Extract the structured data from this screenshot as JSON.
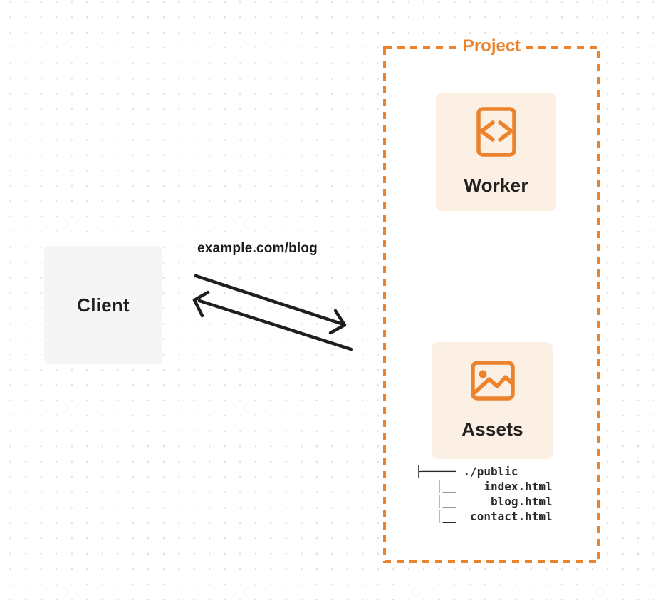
{
  "colors": {
    "accent_orange": "#ED822D",
    "card_background": "#FBF0E3",
    "client_background": "#F5F5F5",
    "ink": "#1F1E1C",
    "grid_dot": "#E1E1E1"
  },
  "diagram": {
    "client": {
      "label": "Client"
    },
    "request": {
      "url": "example.com/blog"
    },
    "project": {
      "title": "Project",
      "nodes": [
        {
          "id": "worker",
          "label": "Worker",
          "icon": "code-file-icon"
        },
        {
          "id": "assets",
          "label": "Assets",
          "icon": "image-icon"
        }
      ],
      "file_tree": "├───── ./public\n   │__    index.html\n   │__     blog.html\n   │__  contact.html"
    }
  }
}
